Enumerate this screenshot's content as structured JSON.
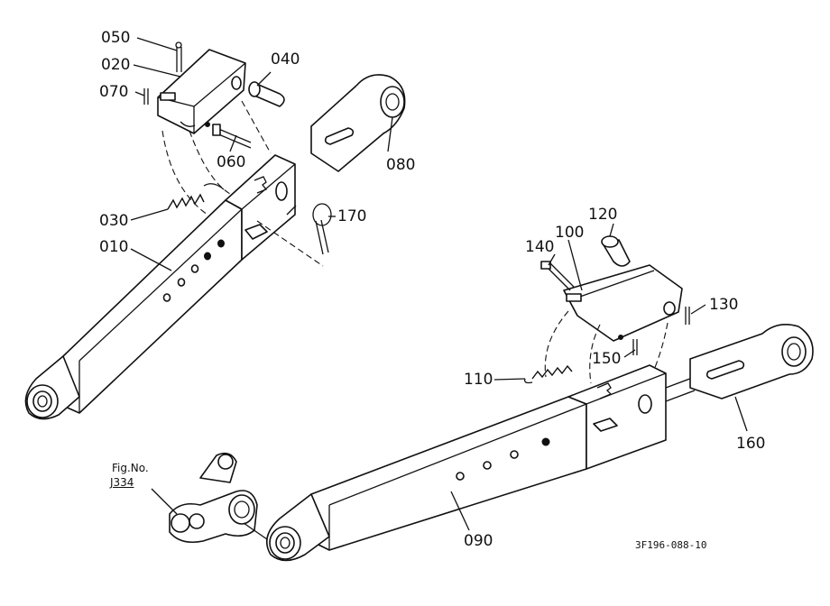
{
  "callouts": {
    "c010": "010",
    "c020": "020",
    "c030": "030",
    "c040": "040",
    "c050": "050",
    "c060": "060",
    "c070": "070",
    "c080": "080",
    "c090": "090",
    "c100": "100",
    "c110": "110",
    "c120": "120",
    "c130": "130",
    "c140": "140",
    "c150": "150",
    "c160": "160",
    "c170": "170"
  },
  "figure_ref": {
    "line1": "Fig.No.",
    "line2": "J334"
  },
  "drawing_code": "3F196-088-10"
}
